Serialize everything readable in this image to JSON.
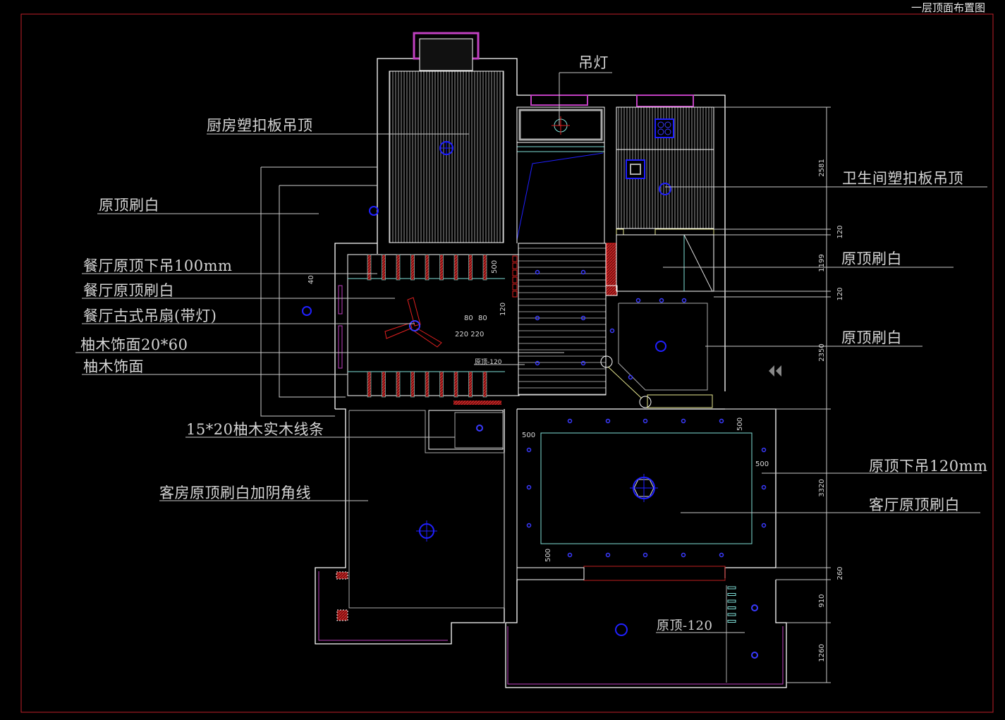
{
  "drawing": {
    "title": "一层顶面布置图",
    "colors": {
      "background": "#000000",
      "frame": "#c0202a",
      "wall": "#ffffff",
      "leader": "#c8c8c8",
      "light": "#2020ff",
      "cyan": "#7fe0d8",
      "magenta": "#c040c0",
      "red_hatch": "#d02020",
      "yellow": "#e8e890"
    },
    "labels_left": [
      {
        "id": "kitchen-ceiling",
        "text": "厨房塑扣板吊顶"
      },
      {
        "id": "original-ceiling-white-left",
        "text": "原顶刷白"
      },
      {
        "id": "dining-drop-100",
        "text": "餐厅原顶下吊100mm"
      },
      {
        "id": "dining-ceiling-white",
        "text": "餐厅原顶刷白"
      },
      {
        "id": "dining-ceiling-fan",
        "text": "餐厅古式吊扇(带灯)"
      },
      {
        "id": "teak-veneer-20x60",
        "text": "柚木饰面20*60"
      },
      {
        "id": "teak-veneer",
        "text": "柚木饰面"
      },
      {
        "id": "teak-strip",
        "text": "15*20柚木实木线条"
      },
      {
        "id": "guestroom-ceiling",
        "text": "客房原顶刷白加阴角线"
      }
    ],
    "labels_right": [
      {
        "id": "chandelier",
        "text": "吊灯"
      },
      {
        "id": "bathroom-ceiling",
        "text": "卫生间塑扣板吊顶"
      },
      {
        "id": "original-ceiling-white-right-1",
        "text": "原顶刷白"
      },
      {
        "id": "original-ceiling-white-right-2",
        "text": "原顶刷白"
      },
      {
        "id": "drop-120",
        "text": "原顶下吊120mm"
      },
      {
        "id": "living-ceiling-white",
        "text": "客厅原顶刷白"
      },
      {
        "id": "original-minus-120",
        "text": "原顶-120"
      }
    ],
    "small_notes": {
      "dining_original_minus_120": "原顶-120",
      "dim_40": "40",
      "dim_500_dining": "500",
      "dim_120_dining": "120",
      "dim_80_a": "80",
      "dim_80_b": "80",
      "dim_220": "220 220",
      "living_500_top": "500",
      "living_500_left": "500",
      "living_500_right": "500",
      "living_500_bottom": "500"
    },
    "right_dimensions": [
      "2581",
      "120",
      "1199",
      "120",
      "2350",
      "3320",
      "260",
      "910",
      "1260"
    ]
  }
}
